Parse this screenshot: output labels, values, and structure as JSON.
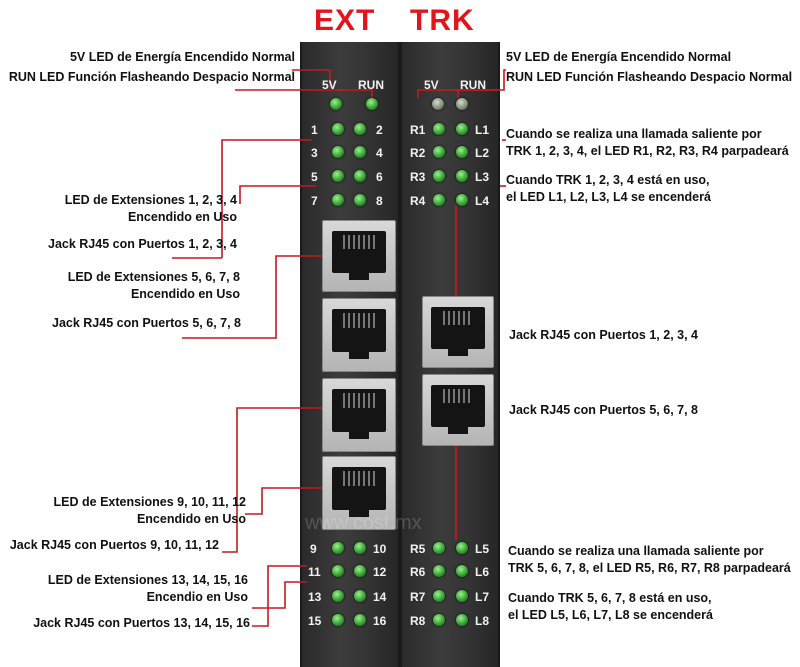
{
  "headers": {
    "ext": "EXT",
    "trk": "TRK"
  },
  "ext_panel": {
    "led_5v": "5V",
    "led_run": "RUN",
    "leds": [
      "1",
      "2",
      "3",
      "4",
      "5",
      "6",
      "7",
      "8",
      "9",
      "10",
      "11",
      "12",
      "13",
      "14",
      "15",
      "16"
    ]
  },
  "trk_panel": {
    "led_5v": "5V",
    "led_run": "RUN",
    "leds": [
      "R1",
      "L1",
      "R2",
      "L2",
      "R3",
      "L3",
      "R4",
      "L4",
      "R5",
      "L5",
      "R6",
      "L6",
      "R7",
      "L7",
      "R8",
      "L8"
    ]
  },
  "labels_left": {
    "power_5v": "5V LED de Energía Encendido Normal",
    "run": "RUN LED Función Flasheando Despacio Normal",
    "ext_1_4_line1": "LED de Extensiones 1, 2, 3, 4",
    "ext_1_4_line2": "Encendido en Uso",
    "jack_1_4": "Jack RJ45 con Puertos 1, 2, 3, 4",
    "ext_5_8_line1": "LED de Extensiones 5, 6, 7, 8",
    "ext_5_8_line2": "Encendido en Uso",
    "jack_5_8": "Jack RJ45 con Puertos 5, 6, 7, 8",
    "ext_9_12_line1": "LED de Extensiones 9, 10, 11, 12",
    "ext_9_12_line2": "Encendido en Uso",
    "jack_9_12": "Jack RJ45 con Puertos 9, 10, 11, 12",
    "ext_13_16_line1": "LED de Extensiones 13, 14, 15, 16",
    "ext_13_16_line2": "Encendio en Uso",
    "jack_13_16": "Jack RJ45 con Puertos 13, 14, 15, 16"
  },
  "labels_right": {
    "power_5v": "5V LED de Energía Encendido Normal",
    "run": "RUN LED Función Flasheando Despacio Normal",
    "r1_4_line1": "Cuando se realiza una llamada saliente por",
    "r1_4_line2": "TRK 1, 2, 3, 4, el LED R1, R2, R3, R4 parpadeará",
    "l1_4_line1": "Cuando TRK 1, 2, 3, 4 está en uso,",
    "l1_4_line2": "el LED L1, L2, L3, L4 se encenderá",
    "jack_1_4": "Jack RJ45 con Puertos 1, 2, 3, 4",
    "jack_5_8": "Jack RJ45 con Puertos 5, 6, 7, 8",
    "r5_8_line1": "Cuando se realiza una llamada saliente por",
    "r5_8_line2": "TRK 5, 6, 7, 8, el LED R5, R6, R7, R8 parpadeará",
    "l5_8_line1": "Cuando TRK 5, 6, 7, 8 está en uso,",
    "l5_8_line2": "el LED L5, L6, L7, L8 se encenderá"
  },
  "watermark": "www.cost.mx",
  "colors": {
    "header": "#e3151a",
    "leader_line": "#c41a1f",
    "led_on": "#2f9a2c",
    "panel": "#333333"
  }
}
